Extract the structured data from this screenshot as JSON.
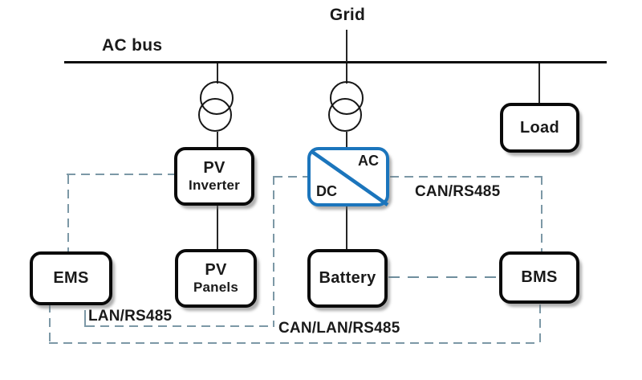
{
  "colors": {
    "converter_blue": "#1b75bc",
    "dashed_line": "#7c98a6",
    "box_border": "#0a0a0a",
    "solid_line": "#262626",
    "text_color": "#1a1a1a"
  },
  "diagram": {
    "grid_label": "Grid",
    "ac_bus_label": "AC bus",
    "nodes": {
      "pv_inverter": {
        "line1": "PV",
        "line2": "Inverter"
      },
      "pv_panels": {
        "line1": "PV",
        "line2": "Panels"
      },
      "converter": {
        "ac": "AC",
        "dc": "DC"
      },
      "battery": {
        "label": "Battery"
      },
      "load": {
        "label": "Load"
      },
      "ems": {
        "label": "EMS"
      },
      "bms": {
        "label": "BMS"
      }
    },
    "comm_labels": {
      "can_rs485": "CAN/RS485",
      "lan_rs485": "LAN/RS485",
      "can_lan_rs485": "CAN/LAN/RS485"
    }
  }
}
